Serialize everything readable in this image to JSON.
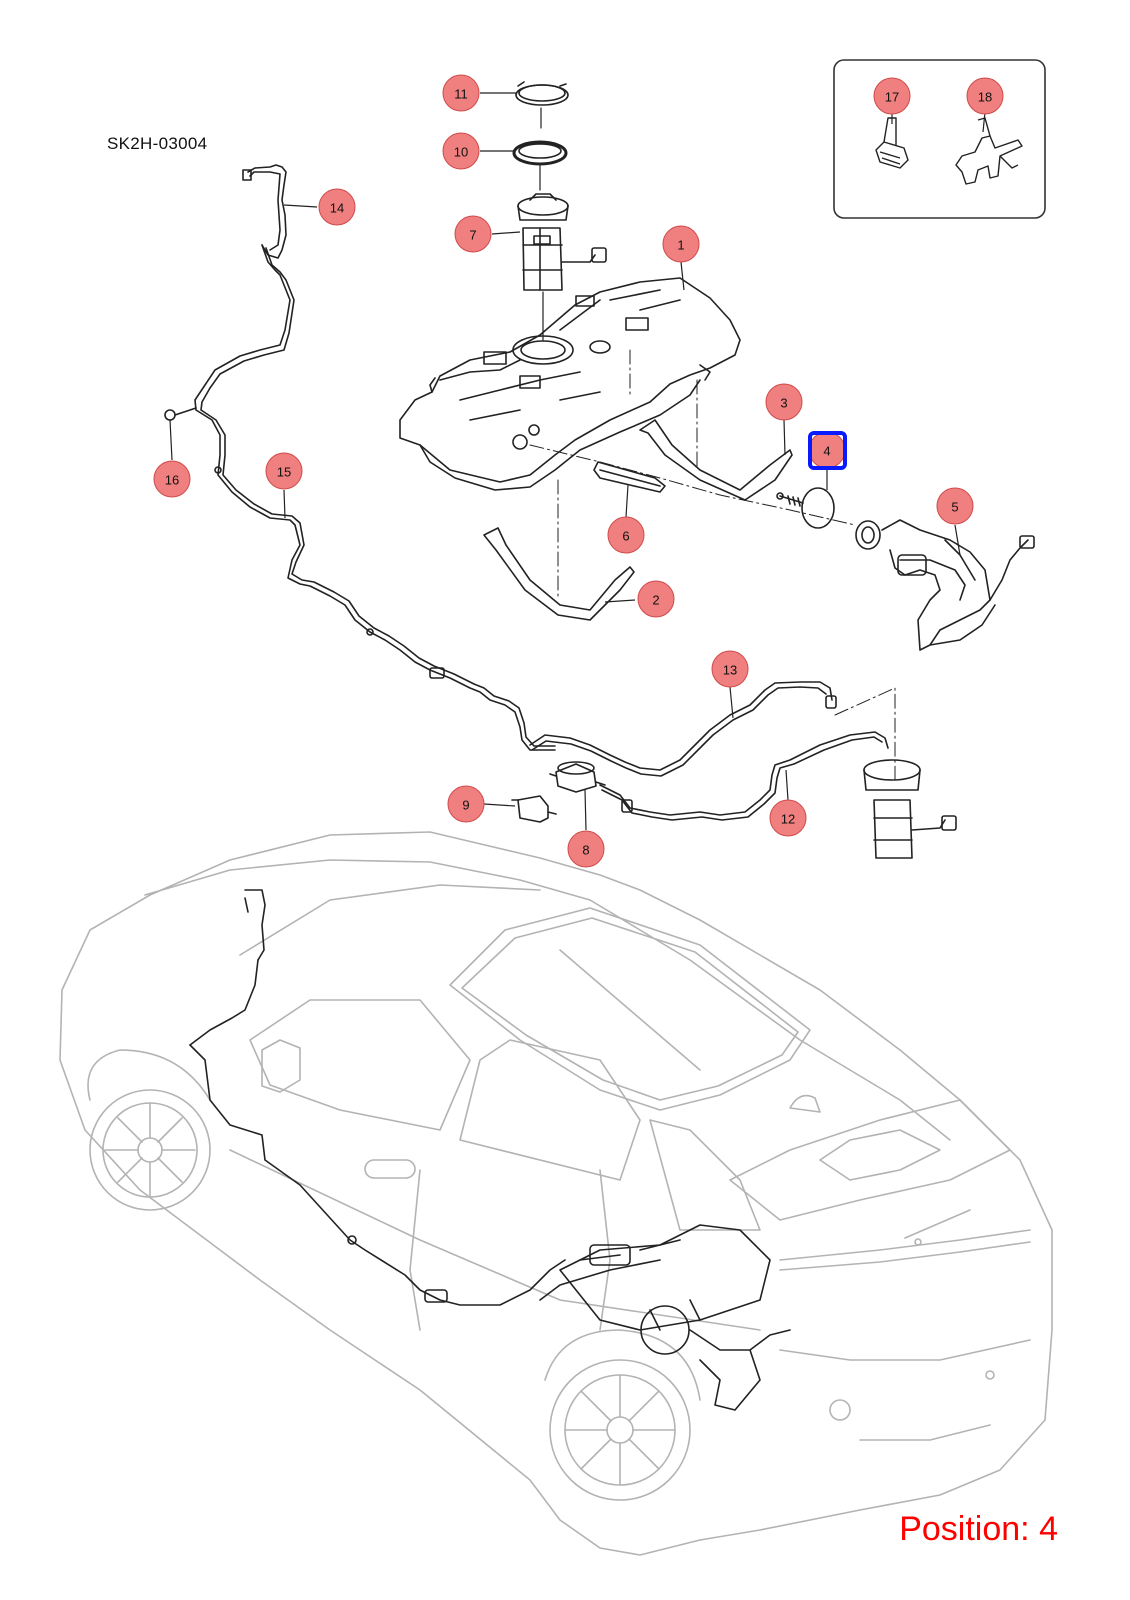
{
  "diagram": {
    "reference_code": "SK2H-03004",
    "position_label": "Position:",
    "position_value": "4",
    "selected_callout": "4",
    "colors": {
      "callout_fill": "#f08080",
      "callout_stroke": "#d04a4a",
      "highlight": "#0a1aff",
      "position_text": "#ff0000",
      "line_art": "#222222",
      "vehicle_ghost": "#b3b3b3"
    },
    "callouts": [
      {
        "id": "1"
      },
      {
        "id": "2"
      },
      {
        "id": "3"
      },
      {
        "id": "4"
      },
      {
        "id": "5"
      },
      {
        "id": "6"
      },
      {
        "id": "7"
      },
      {
        "id": "8"
      },
      {
        "id": "9"
      },
      {
        "id": "10"
      },
      {
        "id": "11"
      },
      {
        "id": "12"
      },
      {
        "id": "13"
      },
      {
        "id": "14"
      },
      {
        "id": "15"
      },
      {
        "id": "16"
      },
      {
        "id": "17"
      },
      {
        "id": "18"
      }
    ]
  }
}
